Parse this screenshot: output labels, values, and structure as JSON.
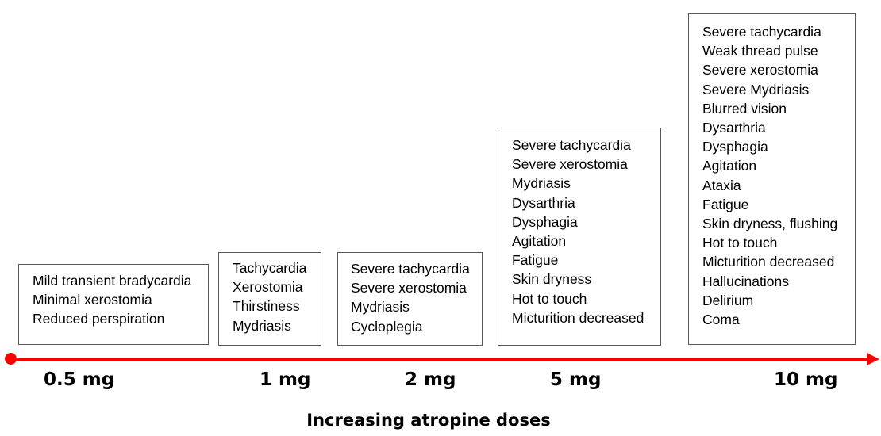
{
  "chart_data": {
    "type": "timeline",
    "title": "",
    "xlabel": "Increasing atropine doses",
    "axis_color": "#ff0000",
    "categories": [
      "0.5 mg",
      "1 mg",
      "2 mg",
      "5 mg",
      "10 mg"
    ],
    "stages": [
      {
        "dose": "0.5 mg",
        "effects": [
          "Mild transient bradycardia",
          "Minimal xerostomia",
          "Reduced perspiration"
        ]
      },
      {
        "dose": "1 mg",
        "effects": [
          "Tachycardia",
          "Xerostomia",
          "Thirstiness",
          "Mydriasis"
        ]
      },
      {
        "dose": "2 mg",
        "effects": [
          "Severe tachycardia",
          "Severe xerostomia",
          "Mydriasis",
          "Cycloplegia"
        ]
      },
      {
        "dose": "5 mg",
        "effects": [
          "Severe tachycardia",
          "Severe xerostomia",
          "Mydriasis",
          "Dysarthria",
          "Dysphagia",
          "Agitation",
          "Fatigue",
          "Skin dryness",
          "Hot to touch",
          "Micturition decreased"
        ]
      },
      {
        "dose": "10 mg",
        "effects": [
          "Severe tachycardia",
          "Weak thread pulse",
          "Severe xerostomia",
          "Severe Mydriasis",
          "Blurred vision",
          "Dysarthria",
          "Dysphagia",
          "Agitation",
          "Ataxia",
          "Fatigue",
          "Skin dryness, flushing",
          "Hot to touch",
          "Micturition decreased",
          "Hallucinations",
          "Delirium",
          "Coma"
        ]
      }
    ]
  }
}
